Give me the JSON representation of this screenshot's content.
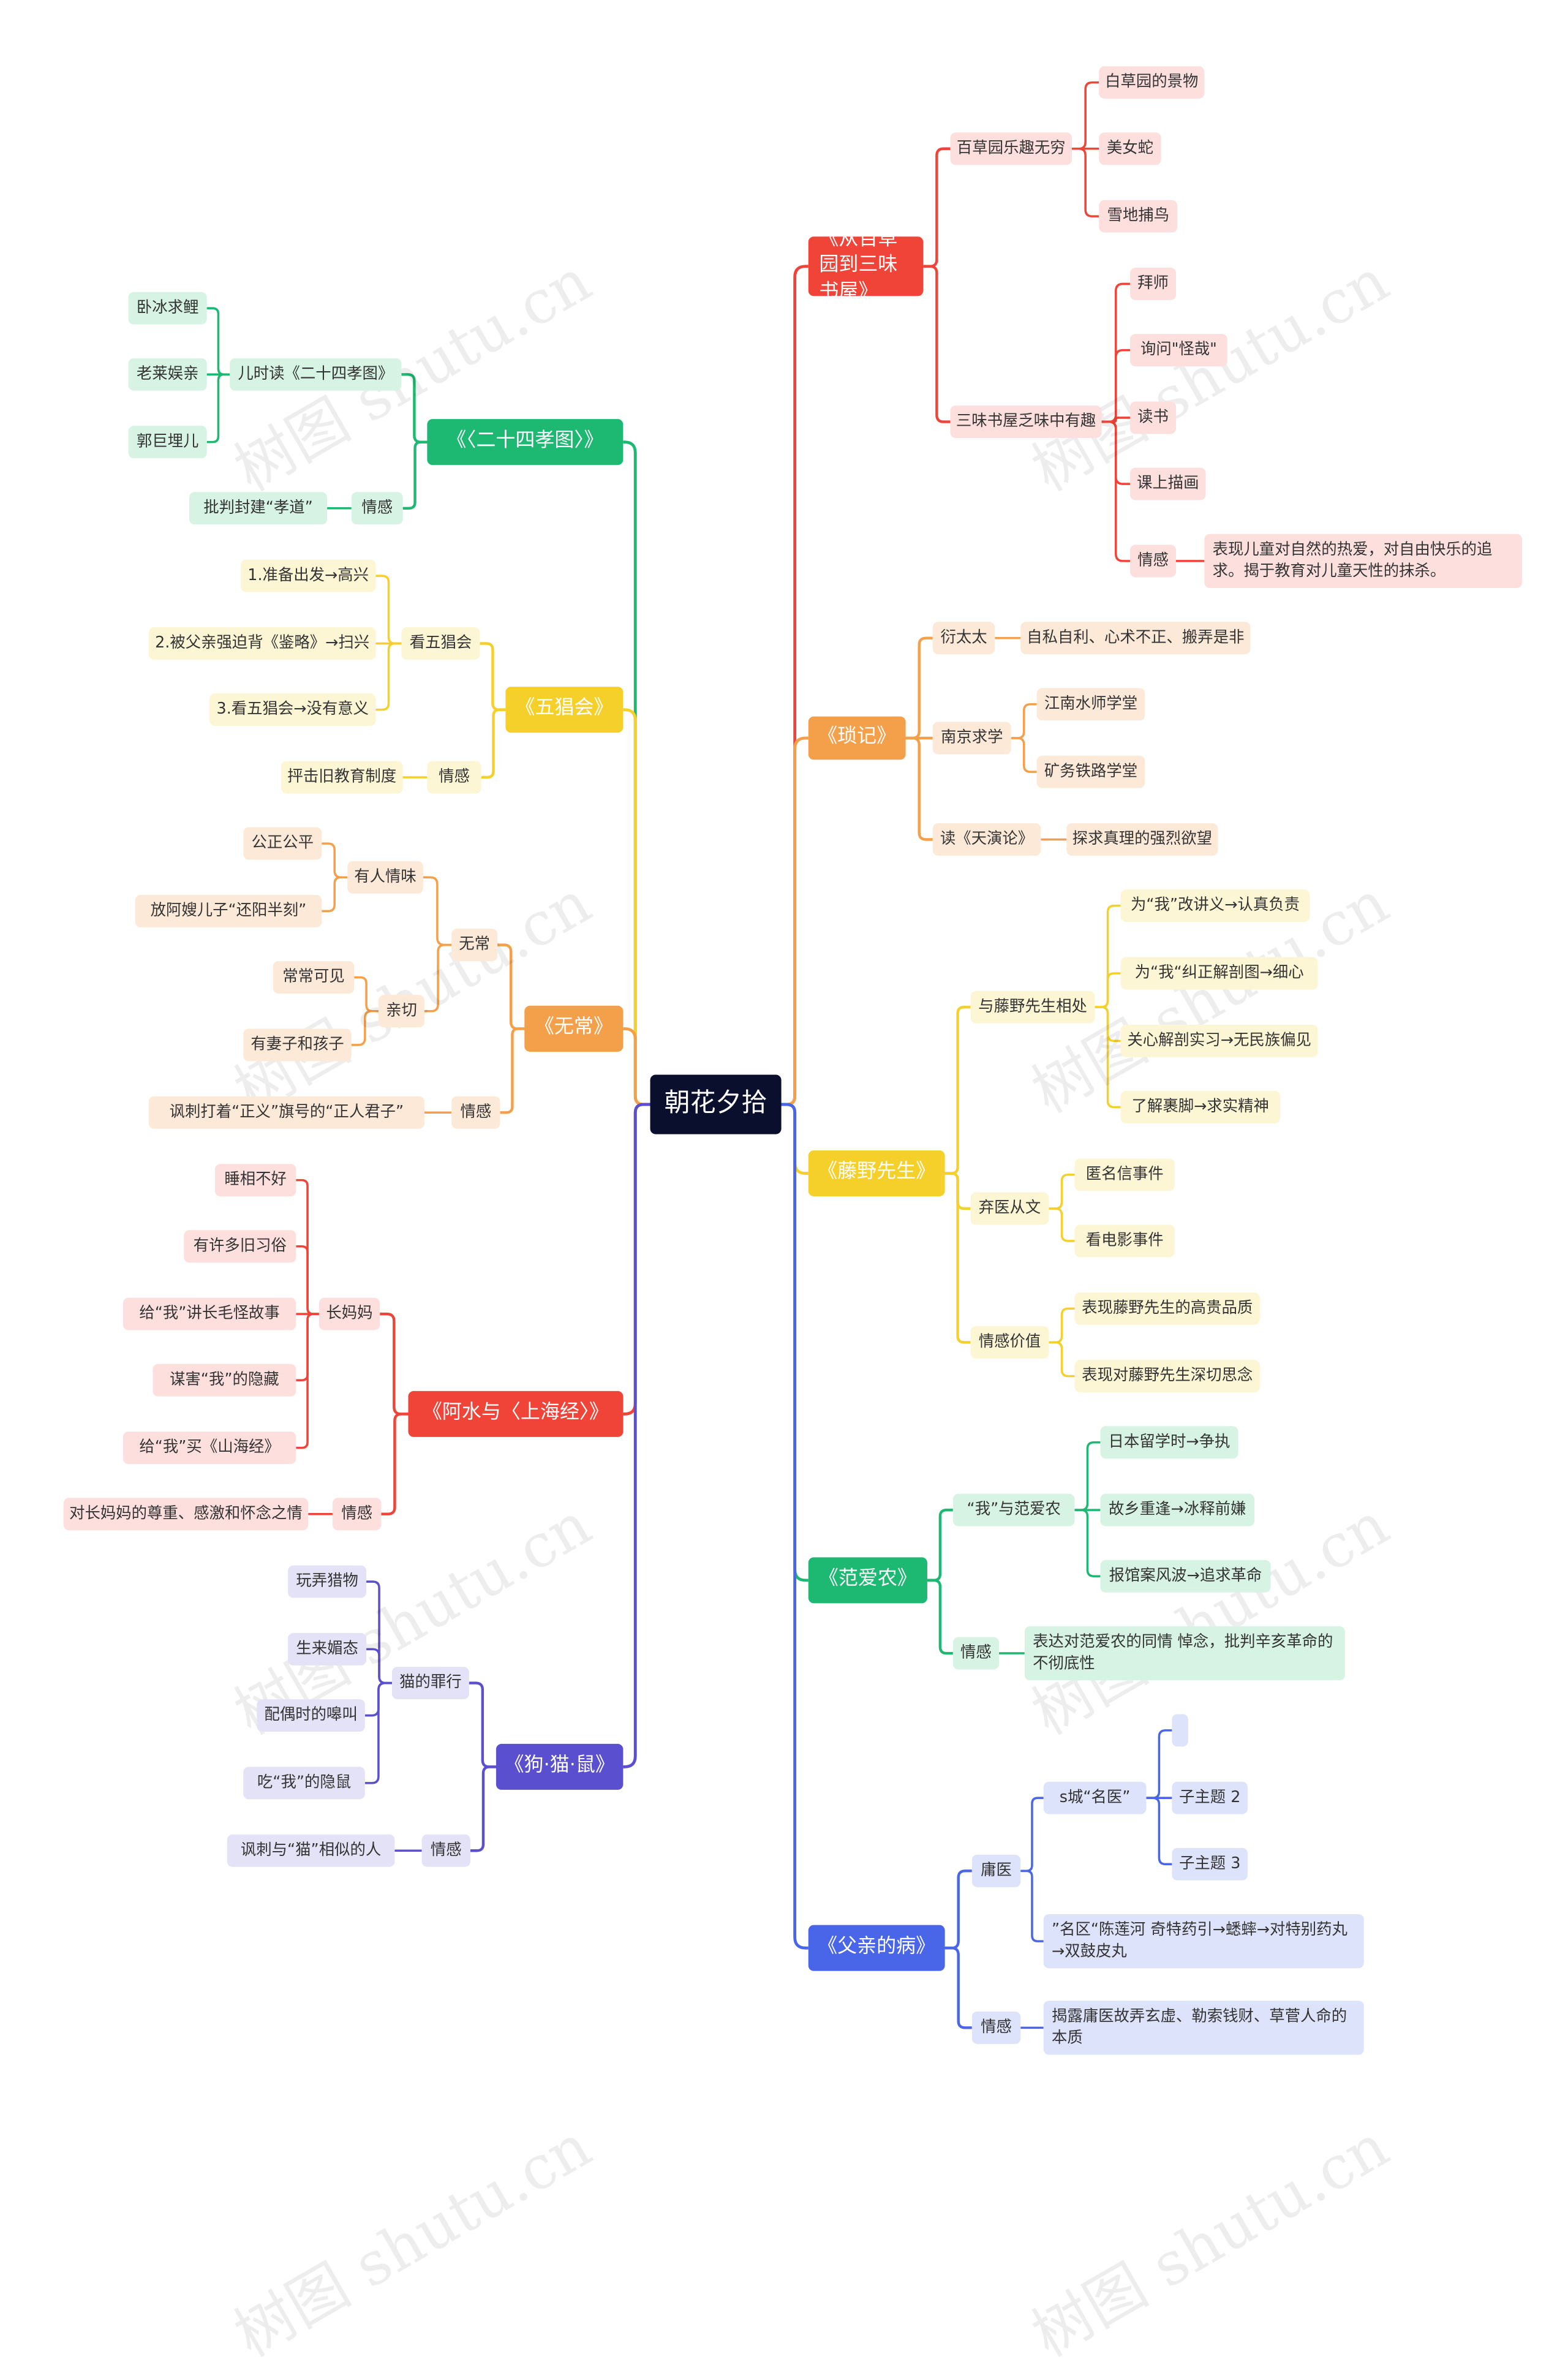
{
  "root": "朝花夕拾",
  "watermark": "树图 shutu.cn",
  "colors": {
    "red": "#f04438",
    "orange": "#f4a04a",
    "yellow": "#f5d02a",
    "green": "#1db872",
    "blue": "#4a66e8",
    "purple": "#5a4fcf",
    "red_light": "#fde0de",
    "orange_light": "#fde9d8",
    "yellow_light": "#fdf6d4",
    "green_light": "#d6f3e4",
    "blue_light": "#dde3fb",
    "purple_light": "#e4e2f7"
  },
  "right": [
    {
      "label": "《从百草园到三味书屋》",
      "color": "red",
      "children": [
        {
          "label": "百草园乐趣无穷",
          "children": [
            {
              "label": "白草园的景物"
            },
            {
              "label": "美女蛇"
            },
            {
              "label": "雪地捕鸟"
            }
          ]
        },
        {
          "label": "三味书屋乏味中有趣",
          "children": [
            {
              "label": "拜师"
            },
            {
              "label": "询问\"怪哉\""
            },
            {
              "label": "读书"
            },
            {
              "label": "课上描画"
            },
            {
              "label": "情感",
              "children": [
                {
                  "label": "表现儿童对自然的热爱，对自由快乐的追求。揭于教育对儿童天性的抹杀。"
                }
              ]
            }
          ]
        }
      ]
    },
    {
      "label": "《琐记》",
      "color": "orange",
      "children": [
        {
          "label": "衍太太",
          "children": [
            {
              "label": "自私自利、心术不正、搬弄是非"
            }
          ]
        },
        {
          "label": "南京求学",
          "children": [
            {
              "label": "江南水师学堂"
            },
            {
              "label": "矿务铁路学堂"
            }
          ]
        },
        {
          "label": "读《天演论》",
          "children": [
            {
              "label": "探求真理的强烈欲望"
            }
          ]
        }
      ]
    },
    {
      "label": "《藤野先生》",
      "color": "yellow",
      "children": [
        {
          "label": "与藤野先生相处",
          "children": [
            {
              "label": "为“我”改讲义→认真负责"
            },
            {
              "label": "为“我“纠正解剖图→细心"
            },
            {
              "label": "关心解剖实习→无民族偏见"
            },
            {
              "label": "了解裹脚→求实精神"
            }
          ]
        },
        {
          "label": "弃医从文",
          "children": [
            {
              "label": "匿名信事件"
            },
            {
              "label": "看电影事件"
            }
          ]
        },
        {
          "label": "情感价值",
          "children": [
            {
              "label": "表现藤野先生的高贵品质"
            },
            {
              "label": "表现对藤野先生深切思念"
            }
          ]
        }
      ]
    },
    {
      "label": "《范爱农》",
      "color": "green",
      "children": [
        {
          "label": "“我”与范爱农",
          "children": [
            {
              "label": "日本留学时→争执"
            },
            {
              "label": "故乡重逢→冰释前嫌"
            },
            {
              "label": "报馆案风波→追求革命"
            }
          ]
        },
        {
          "label": "情感",
          "children": [
            {
              "label": "表达对范爱农的同情 悼念，批判辛亥革命的不彻底性"
            }
          ]
        }
      ]
    },
    {
      "label": "《父亲的病》",
      "color": "blue",
      "children": [
        {
          "label": "庸医",
          "children": [
            {
              "label": "s城“名医”",
              "children": [
                {
                  "label": ""
                },
                {
                  "label": "子主题 2"
                },
                {
                  "label": "子主题 3"
                }
              ]
            },
            {
              "label": "”名区“陈莲河 奇特药引→蟋蟀→对特别药丸→双鼓皮丸"
            }
          ]
        },
        {
          "label": "情感",
          "children": [
            {
              "label": "揭露庸医故弄玄虚、勒索钱财、草菅人命的本质"
            }
          ]
        }
      ]
    }
  ],
  "left": [
    {
      "label": "《〈二十四孝图〉》",
      "color": "green",
      "children": [
        {
          "label": "儿时读《二十四孝图》",
          "children": [
            {
              "label": "卧冰求鲤"
            },
            {
              "label": "老莱娱亲"
            },
            {
              "label": "郭巨埋儿"
            }
          ]
        },
        {
          "label": "情感",
          "children": [
            {
              "label": "批判封建“孝道”"
            }
          ]
        }
      ]
    },
    {
      "label": "《五猖会》",
      "color": "yellow",
      "children": [
        {
          "label": "看五猖会",
          "children": [
            {
              "label": "1.准备出发→高兴"
            },
            {
              "label": "2.被父亲强迫背《鉴略》→扫兴"
            },
            {
              "label": "3.看五猖会→没有意义"
            }
          ]
        },
        {
          "label": "情感",
          "children": [
            {
              "label": "抨击旧教育制度"
            }
          ]
        }
      ]
    },
    {
      "label": "《无常》",
      "color": "orange",
      "children": [
        {
          "label": "无常",
          "children": [
            {
              "label": "有人情味",
              "children": [
                {
                  "label": "公正公平"
                },
                {
                  "label": "放阿嫂儿子“还阳半刻”"
                }
              ]
            },
            {
              "label": "亲切",
              "children": [
                {
                  "label": "常常可见"
                },
                {
                  "label": "有妻子和孩子"
                }
              ]
            }
          ]
        },
        {
          "label": "情感",
          "children": [
            {
              "label": "讽刺打着“正义”旗号的“正人君子”"
            }
          ]
        }
      ]
    },
    {
      "label": "《阿水与〈上海经〉》",
      "color": "red",
      "children": [
        {
          "label": "长妈妈",
          "children": [
            {
              "label": "睡相不好"
            },
            {
              "label": "有许多旧习俗"
            },
            {
              "label": "给“我”讲长毛怪故事"
            },
            {
              "label": "谋害“我”的隐藏"
            },
            {
              "label": "给“我”买《山海经》"
            }
          ]
        },
        {
          "label": "情感",
          "children": [
            {
              "label": "对长妈妈的尊重、感激和怀念之情"
            }
          ]
        }
      ]
    },
    {
      "label": "《狗·猫·鼠》",
      "color": "purple",
      "children": [
        {
          "label": "猫的罪行",
          "children": [
            {
              "label": "玩弄猎物"
            },
            {
              "label": "生来媚态"
            },
            {
              "label": "配偶时的嗥叫"
            },
            {
              "label": "吃“我”的隐鼠"
            }
          ]
        },
        {
          "label": "情感",
          "children": [
            {
              "label": "讽刺与“猫”相似的人"
            }
          ]
        }
      ]
    }
  ]
}
